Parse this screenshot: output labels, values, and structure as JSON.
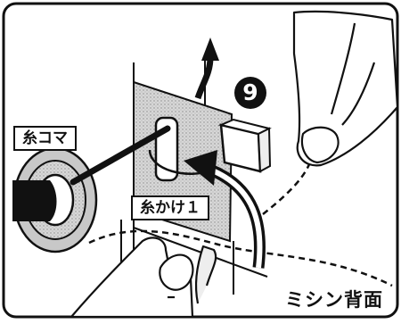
{
  "labels": {
    "spool_pin": "糸コマ",
    "thread_guide": "糸かけ１"
  },
  "step_number": "9",
  "caption": "ミシン背面",
  "icons": [
    "hand-left",
    "hand-right",
    "thread-spool",
    "thread-guide",
    "curved-arrow",
    "up-arrow"
  ],
  "colors": {
    "ink": "#111111",
    "paper": "#ffffff",
    "stipple": "#b9b9b9"
  }
}
